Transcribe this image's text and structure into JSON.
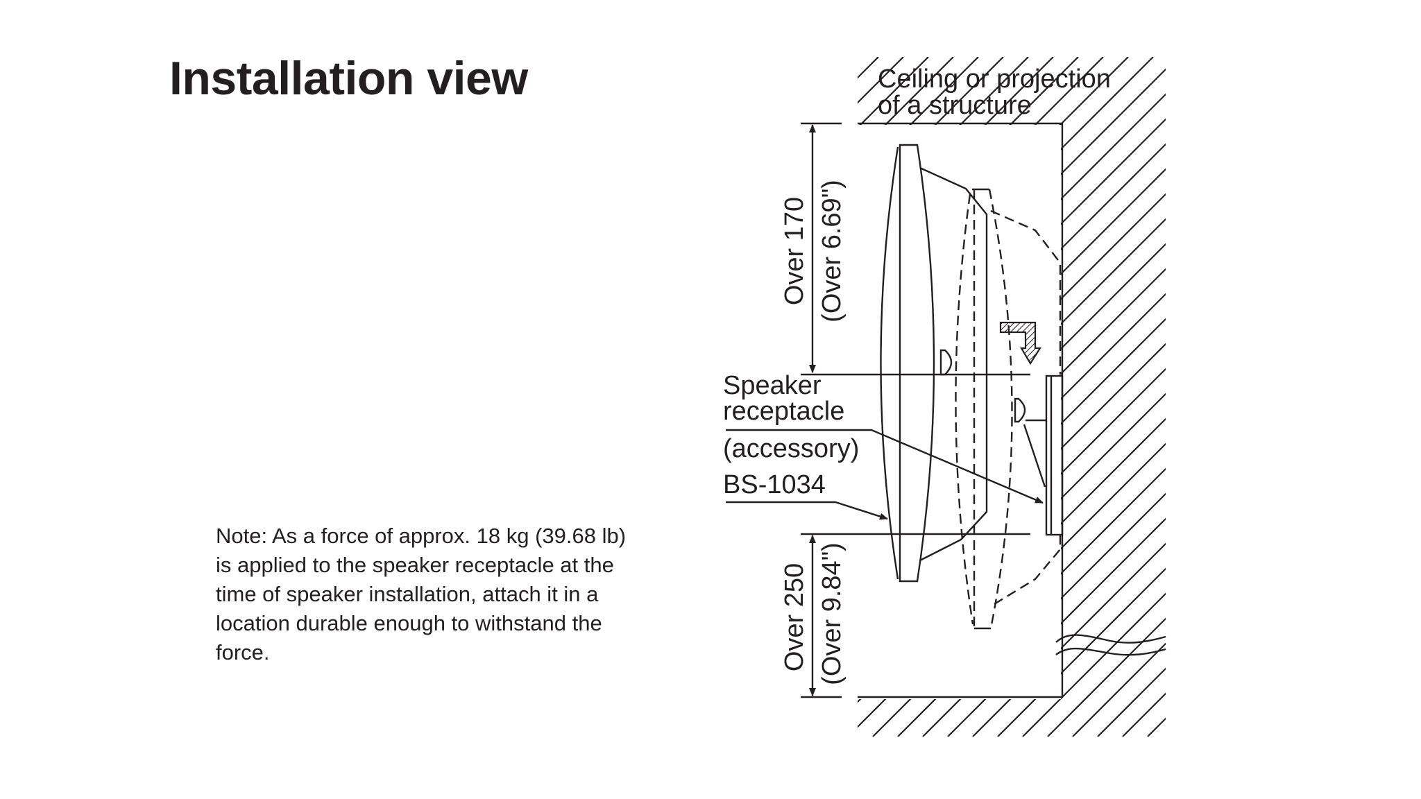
{
  "title": "Installation view",
  "note_lines": [
    "Note: As a force of approx. 18 kg (39.68 lb)",
    "is applied to the speaker receptacle at the",
    "time of speaker installation, attach it in a",
    "location durable enough to withstand the",
    "force."
  ],
  "diagram": {
    "ceiling_label": [
      "Ceiling or projection",
      "of a structure"
    ],
    "dim_top": [
      "Over 170",
      "(Over 6.69\")"
    ],
    "dim_bottom": [
      "Over 250",
      "(Over 9.84\")"
    ],
    "receptacle_label": [
      "Speaker",
      "receptacle",
      "(accessory)"
    ],
    "model_label": "BS-1034"
  }
}
